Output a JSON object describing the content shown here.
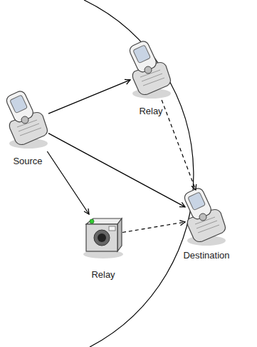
{
  "diagram": {
    "nodes": [
      {
        "text": [
          "Source"
        ]
      },
      {
        "text": [
          "Relay"
        ]
      },
      {
        "text": [
          "Relay"
        ]
      },
      {
        "text": [
          "Destination"
        ]
      }
    ],
    "edges": [
      {
        "from": 0,
        "to": 1,
        "arrow": "to"
      },
      {
        "from": 0,
        "to": 3,
        "arrow": "to"
      },
      {
        "from": 0,
        "to": 2,
        "arrow": "to"
      },
      {
        "from": 1,
        "to": 3,
        "arrow": "to"
      },
      {
        "from": 2,
        "to": 3,
        "arrow": "to"
      }
    ]
  }
}
